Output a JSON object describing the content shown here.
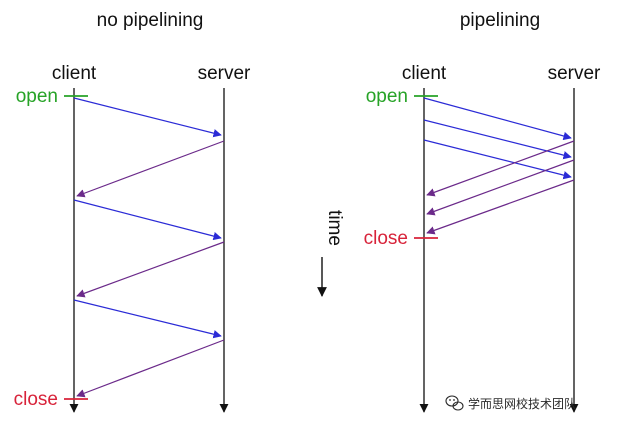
{
  "colors": {
    "axis": "#111111",
    "request": "#2b2bd6",
    "response": "#6b2a8a",
    "open": "#27a327",
    "close": "#d8233a"
  },
  "no_pipelining": {
    "title": "no pipelining",
    "client_label": "client",
    "server_label": "server",
    "open_label": "open",
    "close_label": "close"
  },
  "pipelining": {
    "title": "pipelining",
    "client_label": "client",
    "server_label": "server",
    "open_label": "open",
    "close_label": "close"
  },
  "time_axis": {
    "label": "time"
  },
  "watermark": {
    "icon": "wechat-icon",
    "text": "学而思网校技术团队"
  }
}
